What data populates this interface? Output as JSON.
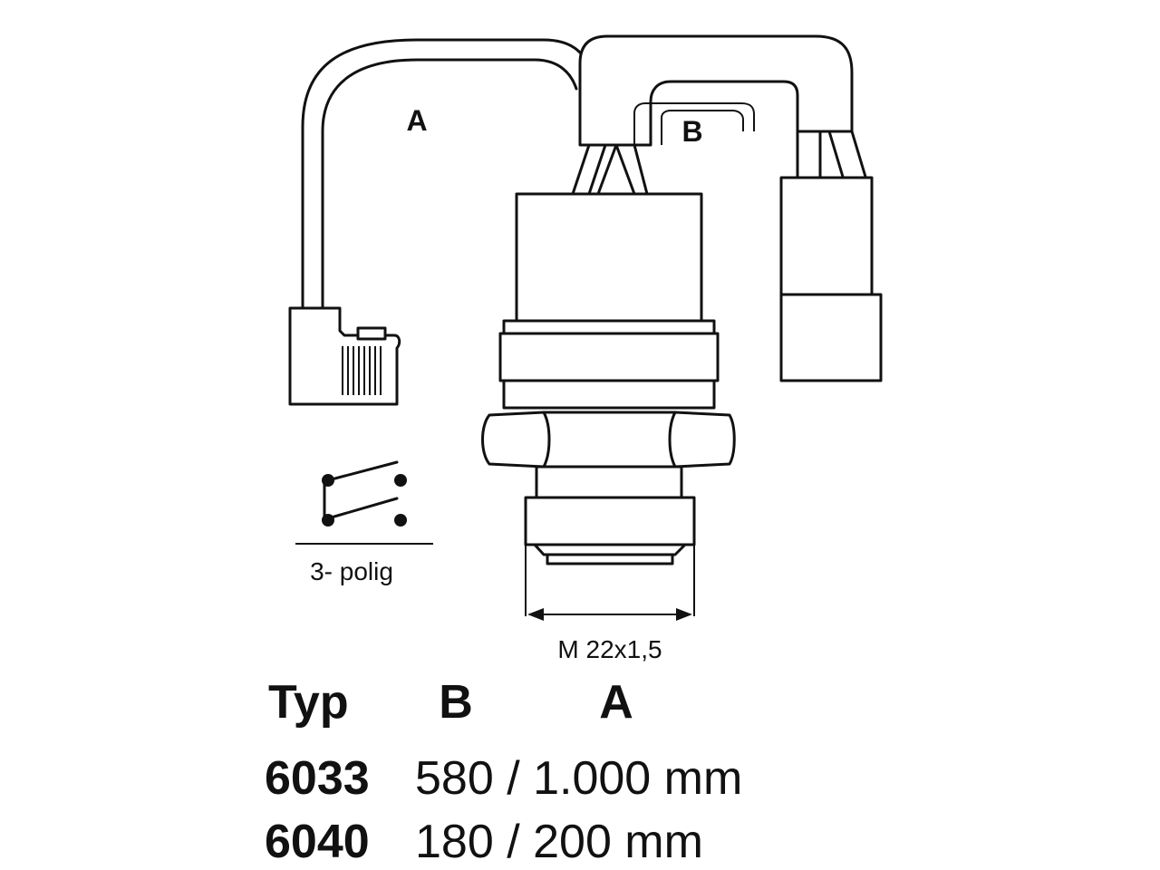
{
  "labels": {
    "cable_a": "A",
    "cable_b": "B",
    "switch_caption": "3- polig",
    "thread": "M 22x1,5"
  },
  "table": {
    "headers": [
      "Typ",
      "B",
      "A"
    ],
    "rows": [
      {
        "type": "6033",
        "length": "580 / 1.000 mm"
      },
      {
        "type": "6040",
        "length": "180 / 200 mm"
      }
    ]
  }
}
